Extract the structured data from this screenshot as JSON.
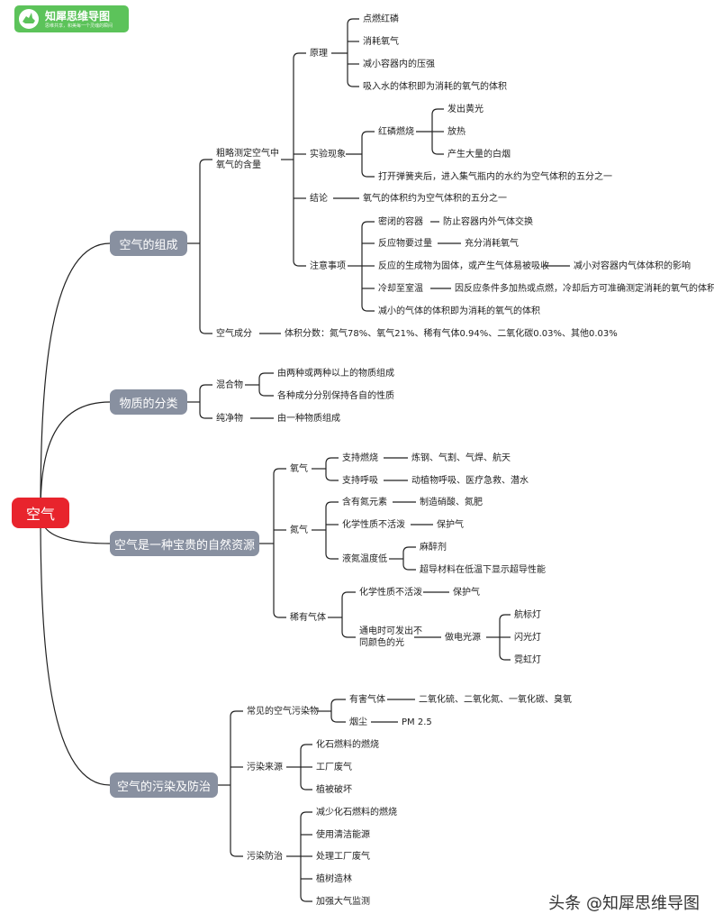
{
  "logo": {
    "name": "知犀思维导图",
    "slogan": "思维共享，和美每一个灵魂的瞬间"
  },
  "watermark": "头条 @知犀思维导图",
  "root": "空气",
  "branches": {
    "composition": {
      "title": "空气的组成",
      "measure": {
        "title": "粗略测定空气中氧气的含量",
        "principle": {
          "title": "原理",
          "items": [
            "点燃红磷",
            "消耗氧气",
            "减小容器内的压强",
            "吸入水的体积即为消耗的氧气的体积"
          ]
        },
        "phenomena": {
          "title": "实验现象",
          "burn": "红磷燃烧",
          "burn_items": [
            "发出黄光",
            "放热",
            "产生大量的白烟"
          ],
          "open": "打开弹簧夹后，进入集气瓶内的水约为空气体积的五分之一"
        },
        "conclusion": {
          "title": "结论",
          "text": "氧气的体积约为空气体积的五分之一"
        },
        "notes": {
          "title": "注意事项",
          "items": [
            {
              "label": "密闭的容器",
              "detail": "防止容器内外气体交换"
            },
            {
              "label": "反应物要过量",
              "detail": "充分消耗氧气"
            },
            {
              "label": "反应的生成物为固体，或产生气体易被吸收",
              "detail": "减小对容器内气体体积的影响"
            },
            {
              "label": "冷却至室温",
              "detail": "因反应条件多加热或点燃，冷却后方可准确测定消耗的氧气的体积"
            },
            {
              "label": "减小的气体的体积即为消耗的氧气的体积",
              "detail": ""
            }
          ]
        }
      },
      "components": {
        "title": "空气成分",
        "text": "体积分数：氮气78%、氧气21%、稀有气体0.94%、二氧化碳0.03%、其他0.03%"
      }
    },
    "classification": {
      "title": "物质的分类",
      "mixture": {
        "title": "混合物",
        "items": [
          "由两种或两种以上的物质组成",
          "各种成分分别保持各自的性质"
        ]
      },
      "pure": {
        "title": "纯净物",
        "text": "由一种物质组成"
      }
    },
    "resource": {
      "title": "空气是一种宝贵的自然资源",
      "oxygen": {
        "title": "氧气",
        "items": [
          {
            "label": "支持燃烧",
            "detail": "炼钢、气割、气焊、航天"
          },
          {
            "label": "支持呼吸",
            "detail": "动植物呼吸、医疗急救、潜水"
          }
        ]
      },
      "nitrogen": {
        "title": "氮气",
        "items": [
          {
            "label": "含有氮元素",
            "detail": "制造硝酸、氮肥"
          },
          {
            "label": "化学性质不活泼",
            "detail": "保护气"
          }
        ],
        "lowtemp": {
          "label": "液氮温度低",
          "items": [
            "麻醉剂",
            "超导材料在低温下显示超导性能"
          ]
        }
      },
      "rare": {
        "title": "稀有气体",
        "inert": {
          "label": "化学性质不活泼",
          "detail": "保护气"
        },
        "light": {
          "label": "通电时可发出不同颜色的光",
          "use": "做电光源",
          "items": [
            "航标灯",
            "闪光灯",
            "霓虹灯"
          ]
        }
      }
    },
    "pollution": {
      "title": "空气的污染及防治",
      "pollutants": {
        "title": "常见的空气污染物",
        "items": [
          {
            "label": "有害气体",
            "detail": "二氧化硫、二氧化氮、一氧化碳、臭氧"
          },
          {
            "label": "烟尘",
            "detail": "PM 2.5"
          }
        ]
      },
      "sources": {
        "title": "污染来源",
        "items": [
          "化石燃料的燃烧",
          "工厂废气",
          "植被破坏"
        ]
      },
      "prevention": {
        "title": "污染防治",
        "items": [
          "减少化石燃料的燃烧",
          "使用清洁能源",
          "处理工厂废气",
          "植树造林",
          "加强大气监测"
        ]
      }
    }
  }
}
